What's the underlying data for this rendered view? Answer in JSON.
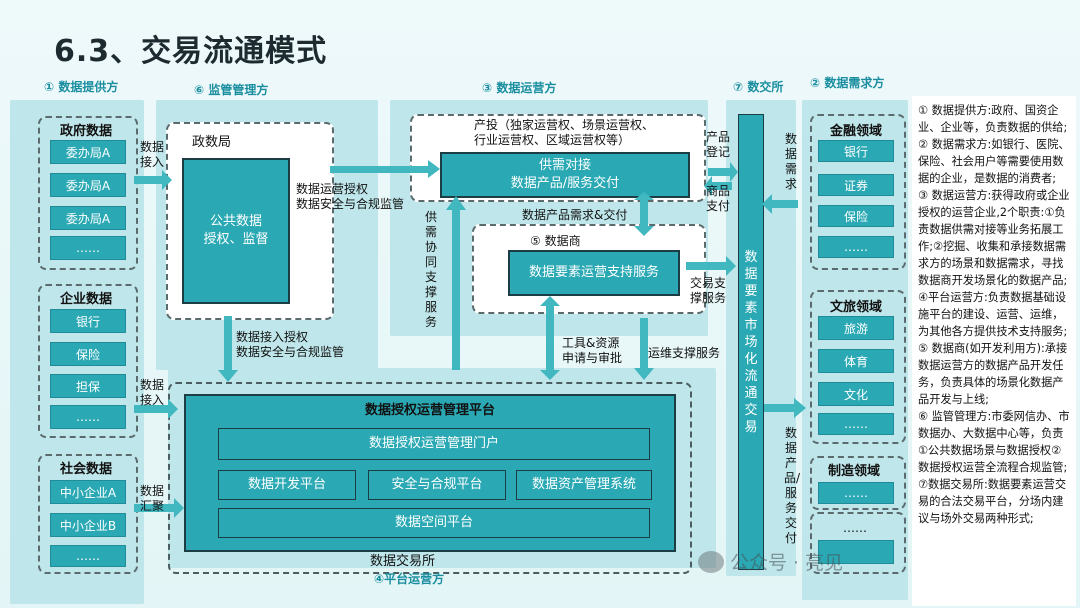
{
  "title": "6.3、交易流通模式",
  "roles": {
    "r1": "① 数据提供方",
    "r6": "⑥ 监管管理方",
    "r3": "③ 数据运营方",
    "r7": "⑦ 数交所",
    "r2": "② 数据需求方",
    "r4": "④平台运营方"
  },
  "providers": {
    "gov_title": "政府数据",
    "gov_items": [
      "委办局A",
      "委办局A",
      "委办局A",
      "……"
    ],
    "ent_title": "企业数据",
    "ent_items": [
      "银行",
      "保险",
      "担保",
      "……"
    ],
    "soc_title": "社会数据",
    "soc_items": [
      "中小企业A",
      "中小企业B",
      "……"
    ]
  },
  "flows": {
    "data_in_1": "数据\n接入",
    "data_in_2": "数据\n接入",
    "data_gather": "数据\n汇聚",
    "ops_auth": "数据运营授权\n数据安全与合规监管",
    "access_auth": "数据接入授权\n数据安全与合规监管",
    "supply_demand": "供需协同支撑服务",
    "product_demand": "数据产品需求&交付",
    "tool_apply": "工具&资源\n申请与审批",
    "ops_support": "运维支撑服务",
    "trade_support": "交易支\n撑服务",
    "product_reg": "产品\n登记",
    "goods_pay": "商品\n支付",
    "data_demand": "数据需求",
    "product_deliver": "数据产品/服务交付"
  },
  "regulator": {
    "name": "政数局",
    "box": "公共数据\n授权、监督"
  },
  "operator": {
    "header": "产投（独家运营权、场景运营权、\n行业运营权、区域运营权等）",
    "box": "供需对接\n数据产品/服务交付",
    "merchant_title": "⑤ 数据商",
    "merchant_box": "数据要素运营支持服务"
  },
  "exchange": {
    "column": "数据要素市场化流通交易"
  },
  "platform": {
    "title": "数据授权运营管理平台",
    "portal": "数据授权运营管理门户",
    "dev": "数据开发平台",
    "security": "安全与合规平台",
    "asset": "数据资产管理系统",
    "space": "数据空间平台",
    "footer": "数据交易所"
  },
  "demand": {
    "fin_title": "金融领域",
    "fin_items": [
      "银行",
      "证券",
      "保险",
      "……"
    ],
    "tour_title": "文旅领域",
    "tour_items": [
      "旅游",
      "体育",
      "文化",
      "……"
    ],
    "mfg_title": "制造领域",
    "mfg_items": [
      "……"
    ],
    "other_items": [
      "……"
    ]
  },
  "notes": [
    "① 数据提供方:政府、国资企业、企业等，负责数据的供给;",
    "② 数据需求方:如银行、医院、保险、社会用户等需要使用数据的企业，是数据的消费者;",
    "③ 数据运营方:获得政府或企业授权的运营企业,2个职责:①负责数据供需对接等业务拓展工作;②挖掘、收集和承接数据需求方的场景和数据需求，寻找数据商开发场景化的数据产品;",
    "④平台运营方:负责数据基础设施平台的建设、运营、运维，为其他各方提供技术支持服务;",
    "⑤ 数据商(如开发利用方):承接数据运营方的数据产品开发任务，负责具体的场景化数据产品开发与上线;",
    "⑥ 监管管理方:市委网信办、市数据办、大数据中心等，负责①公共数据场景与数据授权②数据授权运营全流程合规监管;",
    "⑦数据交易所:数据要素运营交易的合法交易平台，分场内建议与场外交易两种形式;"
  ],
  "watermark": "公众号 · 亮见"
}
